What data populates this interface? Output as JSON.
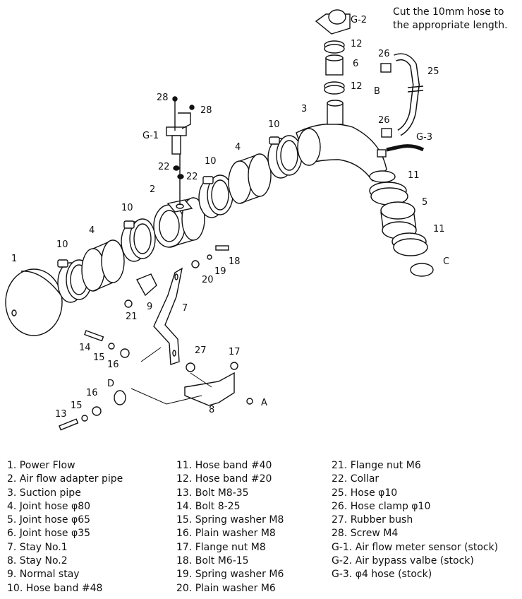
{
  "note": {
    "line1": "Cut the 10mm hose to",
    "line2": "the appropriate length."
  },
  "callouts": {
    "c1": "1",
    "c2": "2",
    "c3": "3",
    "c4a": "4",
    "c4b": "4",
    "c5": "5",
    "c6": "6",
    "c7": "7",
    "c8": "8",
    "c9": "9",
    "c10a": "10",
    "c10b": "10",
    "c10c": "10",
    "c10d": "10",
    "c11a": "11",
    "c11b": "11",
    "c12a": "12",
    "c12b": "12",
    "c13": "13",
    "c14": "14",
    "c15a": "15",
    "c15b": "15",
    "c16a": "16",
    "c16b": "16",
    "c17": "17",
    "c18": "18",
    "c19": "19",
    "c20": "20",
    "c21": "21",
    "c22a": "22",
    "c22b": "22",
    "c25": "25",
    "c26a": "26",
    "c26b": "26",
    "c27": "27",
    "c28a": "28",
    "c28b": "28",
    "g1": "G-1",
    "g2": "G-2",
    "g3": "G-3",
    "A": "A",
    "B": "B",
    "C": "C",
    "D": "D"
  },
  "legend": {
    "col1": [
      " 1. Power Flow",
      " 2. Air flow adapter pipe",
      " 3. Suction pipe",
      " 4. Joint hose  φ80",
      " 5. Joint hose  φ65",
      " 6. Joint hose  φ35",
      " 7. Stay No.1",
      " 8. Stay No.2",
      " 9. Normal stay",
      "10. Hose band  #48"
    ],
    "col2": [
      "11. Hose band  #40",
      "12. Hose band  #20",
      "13. Bolt  M8-35",
      "14. Bolt  8-25",
      "15. Spring washer  M8",
      "16. Plain washer  M8",
      "17. Flange nut  M8",
      "18. Bolt  M6-15",
      "19. Spring washer  M6",
      "20. Plain washer  M6"
    ],
    "col3": [
      "21. Flange nut  M6",
      "22. Collar",
      "25. Hose  φ10",
      "26. Hose clamp  φ10",
      "27. Rubber bush",
      "28. Screw  M4",
      "G-1. Air flow meter sensor (stock)",
      "G-2. Air bypass valbe (stock)",
      "G-3. φ4 hose (stock)"
    ]
  }
}
